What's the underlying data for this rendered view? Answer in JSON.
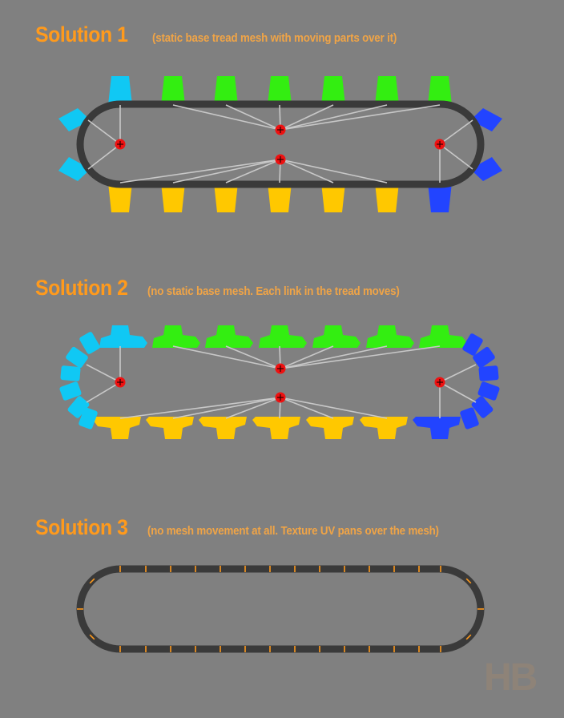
{
  "sections": [
    {
      "title": "Solution 1",
      "subtitle": "(static base tread mesh with moving parts over it)"
    },
    {
      "title": "Solution 2",
      "subtitle": "(no static base mesh. Each link in the tread moves)"
    },
    {
      "title": "Solution 3",
      "subtitle": "(no mesh movement at all. Texture UV pans over the mesh)"
    }
  ],
  "watermark": "HB",
  "colors": {
    "background": "#808080",
    "heading": "#ff9a1c",
    "tread": "#3a3a3a",
    "top_links": "#33ee11",
    "bottom_links": "#ffc800",
    "left_links": "#10c8f4",
    "right_links": "#2244ff",
    "joint": "#ee1111",
    "bone_line": "#c8c8c8",
    "uv_tick": "#ff9a1c"
  }
}
